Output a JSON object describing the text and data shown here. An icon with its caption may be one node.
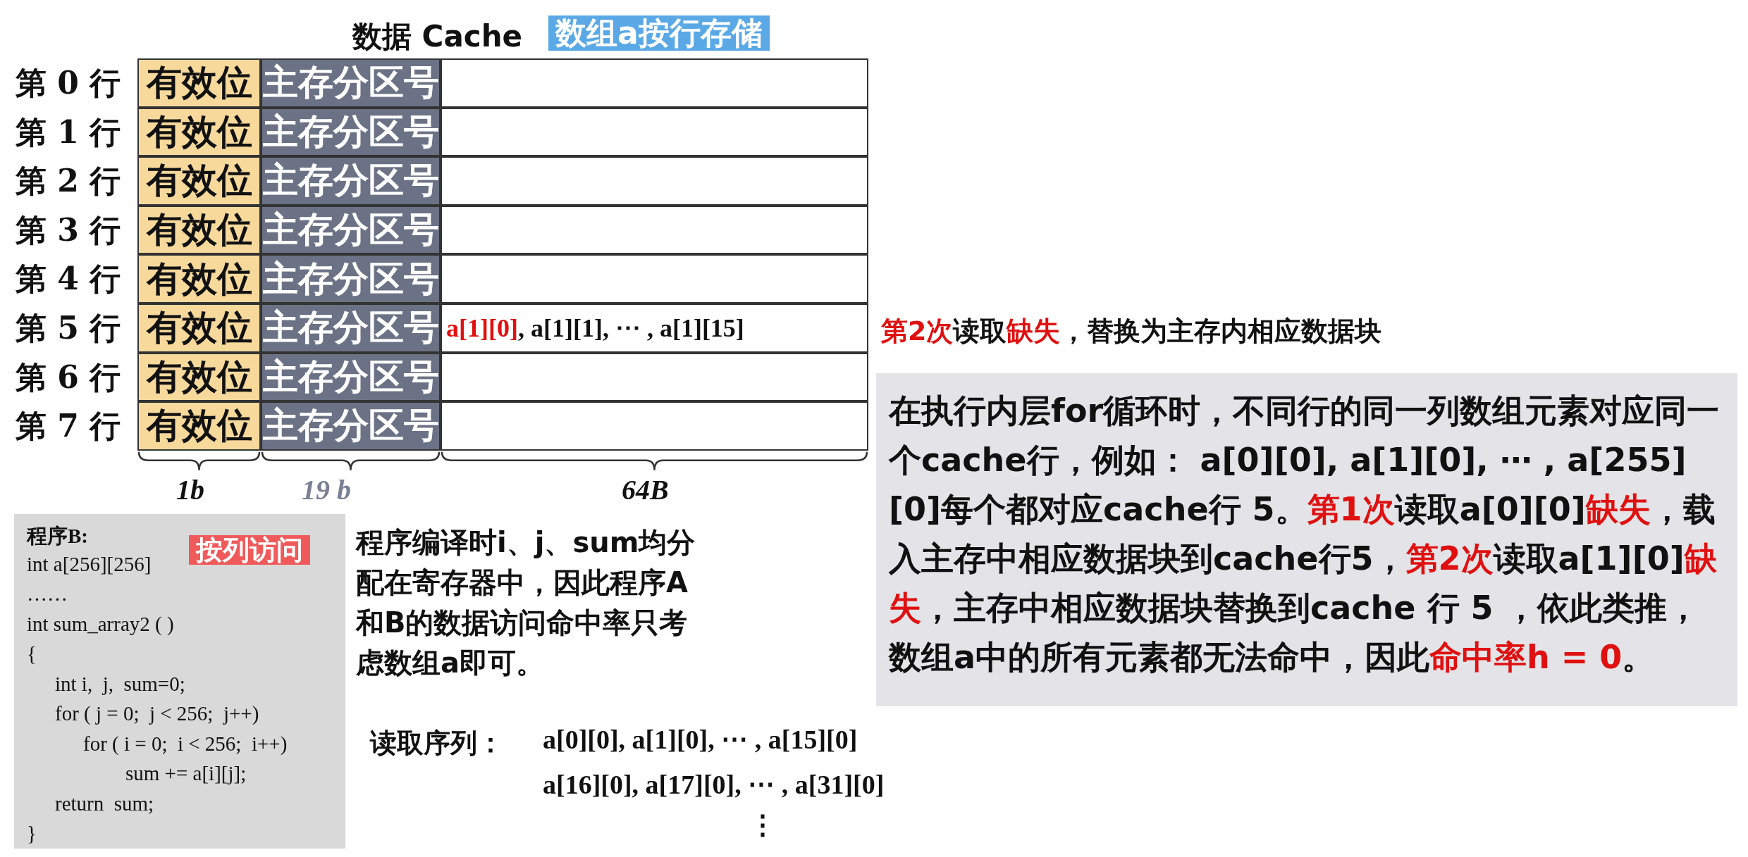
{
  "diagram": {
    "title": "数据 Cache",
    "nodes": [
      {
        "text": [
          "数组a按行存储"
        ]
      },
      {
        "text": [
          "有效位"
        ],
        "beside": [
          "第 0 行"
        ]
      },
      {
        "text": [
          "主存分区号"
        ]
      },
      {
        "text": [],
        "shape": "box"
      },
      {
        "text": [
          "有效位"
        ],
        "beside": [
          "第 1 行"
        ]
      },
      {
        "text": [
          "主存分区号"
        ]
      },
      {
        "text": [],
        "shape": "box"
      },
      {
        "text": [
          "有效位"
        ],
        "beside": [
          "第 2 行"
        ]
      },
      {
        "text": [
          "主存分区号"
        ]
      },
      {
        "text": [],
        "shape": "box"
      },
      {
        "text": [
          "有效位"
        ],
        "beside": [
          "第 3 行"
        ]
      },
      {
        "text": [
          "主存分区号"
        ]
      },
      {
        "text": [],
        "shape": "box"
      },
      {
        "text": [
          "有效位"
        ],
        "beside": [
          "第 4 行"
        ]
      },
      {
        "text": [
          "主存分区号"
        ]
      },
      {
        "text": [],
        "shape": "box"
      },
      {
        "text": [
          "有效位"
        ],
        "beside": [
          "第 5 行"
        ]
      },
      {
        "text": [
          "主存分区号"
        ]
      },
      {
        "text": [
          "**a[1][0]**, a[1][1], ⋯ , a[1][15]"
        ]
      },
      {
        "text": [
          "有效位"
        ],
        "beside": [
          "第 6 行"
        ]
      },
      {
        "text": [
          "主存分区号"
        ]
      },
      {
        "text": [],
        "shape": "box"
      },
      {
        "text": [
          "有效位"
        ],
        "beside": [
          "第 7 行"
        ]
      },
      {
        "text": [
          "主存分区号"
        ]
      },
      {
        "text": [],
        "shape": "box"
      },
      {
        "text": [
          "程序B:",
          "int a[256][256]",
          "……",
          "int sum_array2 ( )",
          "{",
          "int i,  j,  sum=0;",
          "for ( j = 0;  j < 256;  j++)",
          "for ( i = 0;  i < 256;  i++)",
          "sum += a[i][j];",
          "return  sum;",
          "}"
        ]
      },
      {
        "text": [
          "按列访问"
        ],
        "in": 25
      },
      {
        "text": [
          "在执行内层for循环时，不同行的同一列数组元素对应同一个cache行，例如： a[0][0], a[1][0], ⋯ , a[255][0]每个都对应cache行 5。**第1次**读取a[0][0]**缺失**，载入主存中相应数据块到cache行5，**第2次**读取a[1][0]**缺失**，主存中相应数据块替换到cache 行 5 ，依此类推，数组a中的所有元素都无法命中，因此**命中率h = 0**。"
        ]
      }
    ],
    "labels": [
      "**第2次**读取**缺失**，替换为主存内相应数据块",
      "1b",
      "19 b",
      "64B",
      "程序编译时i、j、sum均分配在寄存器中，因此程序A和B的数据访问命中率只考虑数组a即可。",
      "读取序列：",
      "a[0][0], a[1][0], ⋯ , a[15][0]",
      "a[16][0], a[17][0], ⋯ , a[31][0]",
      "⋮"
    ]
  }
}
